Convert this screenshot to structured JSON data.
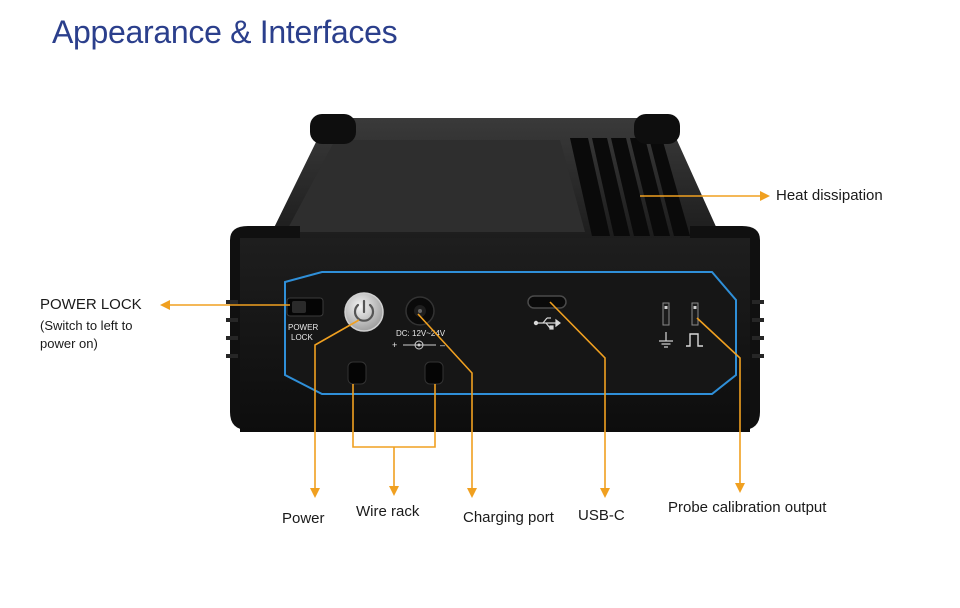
{
  "title": "Appearance & Interfaces",
  "device": {
    "switch_label_line1": "POWER",
    "switch_label_line2": "LOCK",
    "dc_label": "DC: 12V~24V",
    "polarity_plus": "+",
    "polarity_minus": "–"
  },
  "callouts": {
    "heat_dissipation": "Heat dissipation",
    "power_lock": "POWER LOCK",
    "power_lock_note_line1": "(Switch to left to",
    "power_lock_note_line2": "power on)",
    "power": "Power",
    "wire_rack": "Wire rack",
    "charging_port": "Charging port",
    "usb_c": "USB-C",
    "probe_calibration": "Probe calibration output"
  },
  "colors": {
    "title": "#2b3f8c",
    "callout_line": "#f0a020",
    "device_body": "#141414",
    "panel_accent": "#2f8fd8"
  },
  "icons": [
    "power-icon",
    "usb-icon",
    "ground-icon",
    "square-wave-icon"
  ]
}
